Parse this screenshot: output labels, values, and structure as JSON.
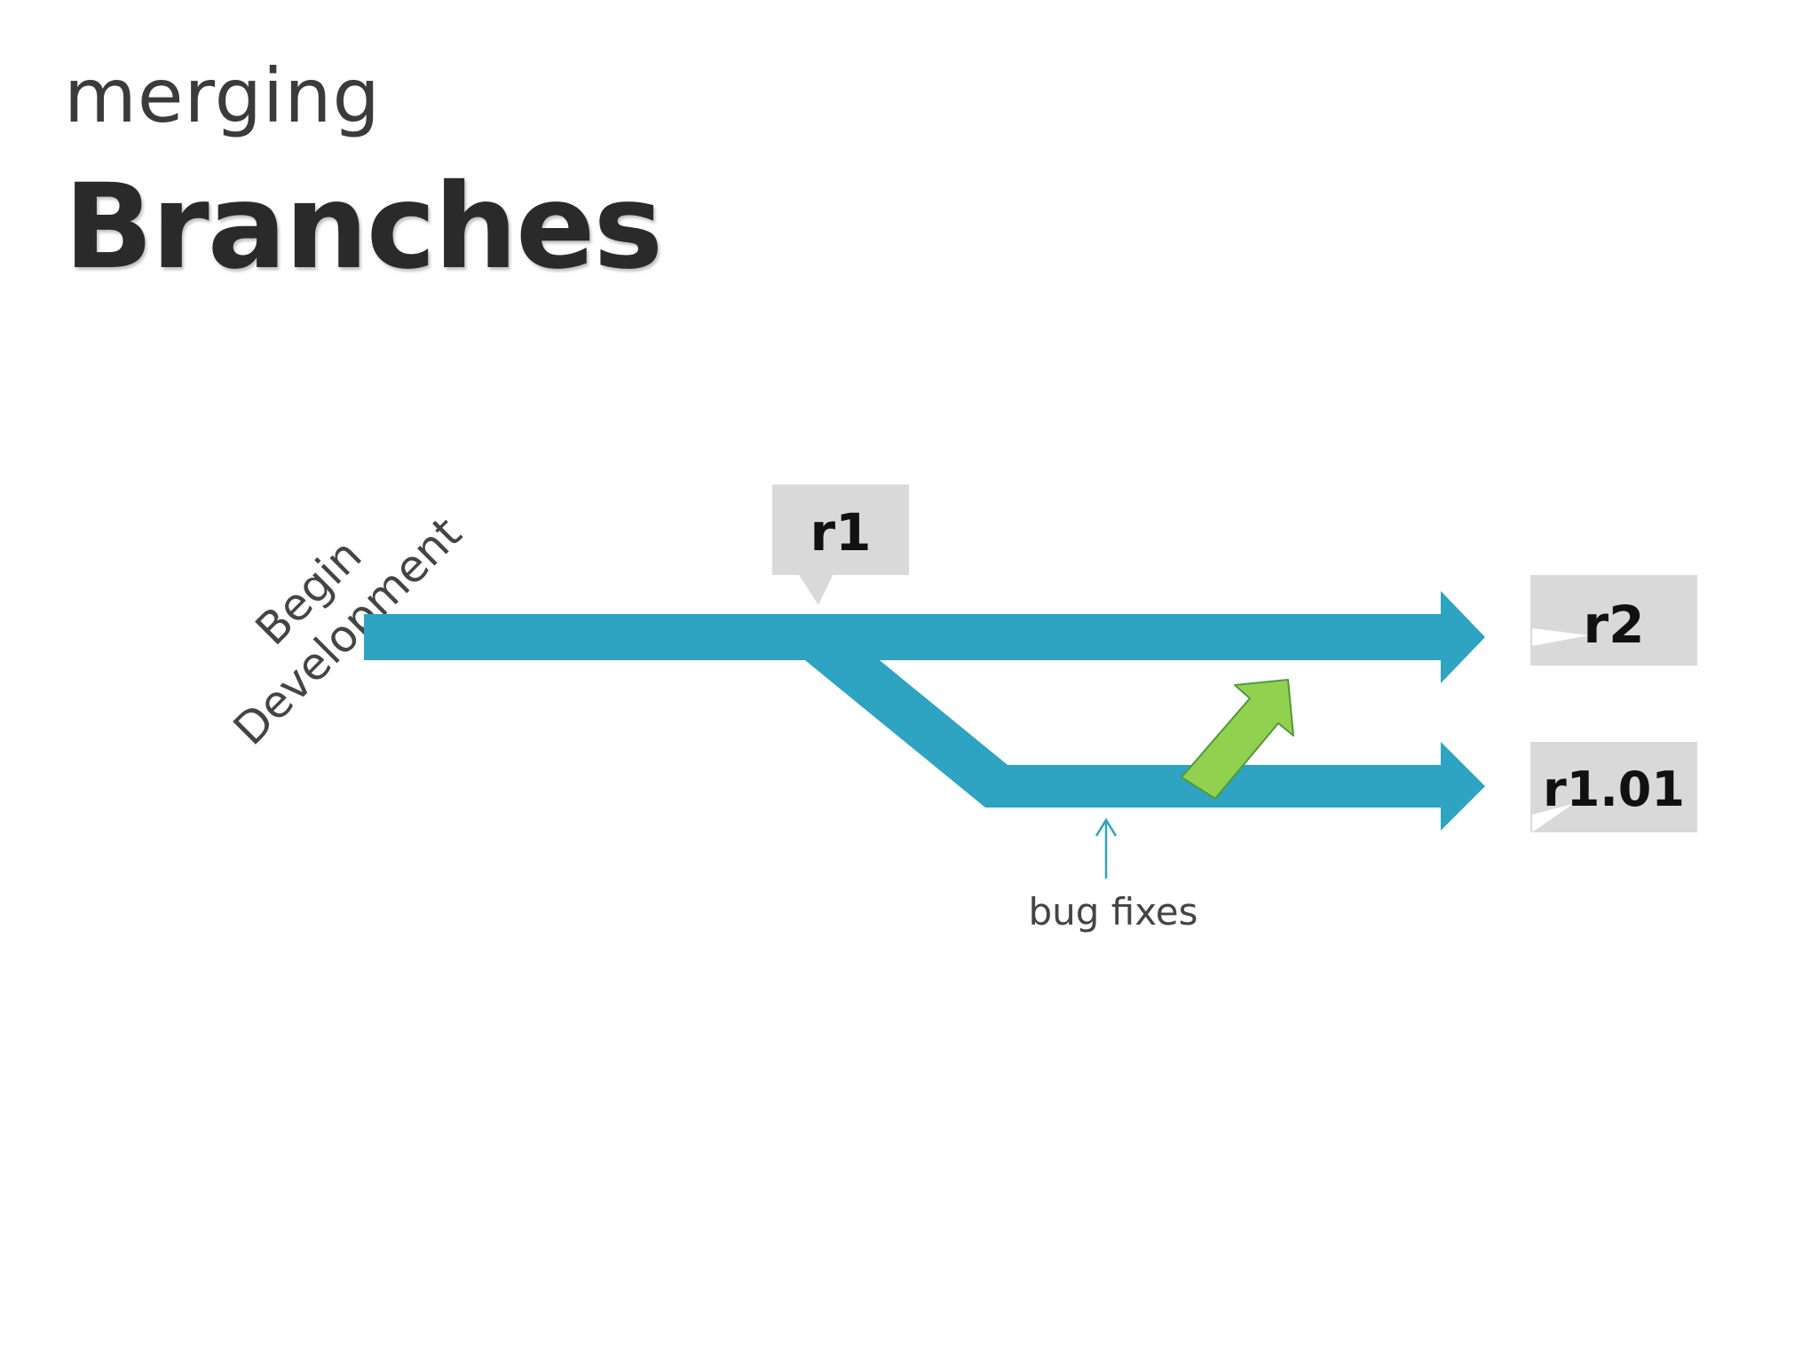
{
  "slide": {
    "subtitle": "merging",
    "title": "Branches"
  },
  "diagram": {
    "start_label": [
      "Begin",
      "Development"
    ],
    "release_tags": {
      "r1": "r1",
      "r2": "r2",
      "r101": "r1.01"
    },
    "annotation": "bug fixes",
    "colors": {
      "branch": "#2ea3c2",
      "merge_arrow": "#92d050",
      "merge_arrow_stroke": "#4e9a3a",
      "tag_background": "#d9d9d9",
      "annotation_arrow": "#2ea3c2"
    }
  }
}
